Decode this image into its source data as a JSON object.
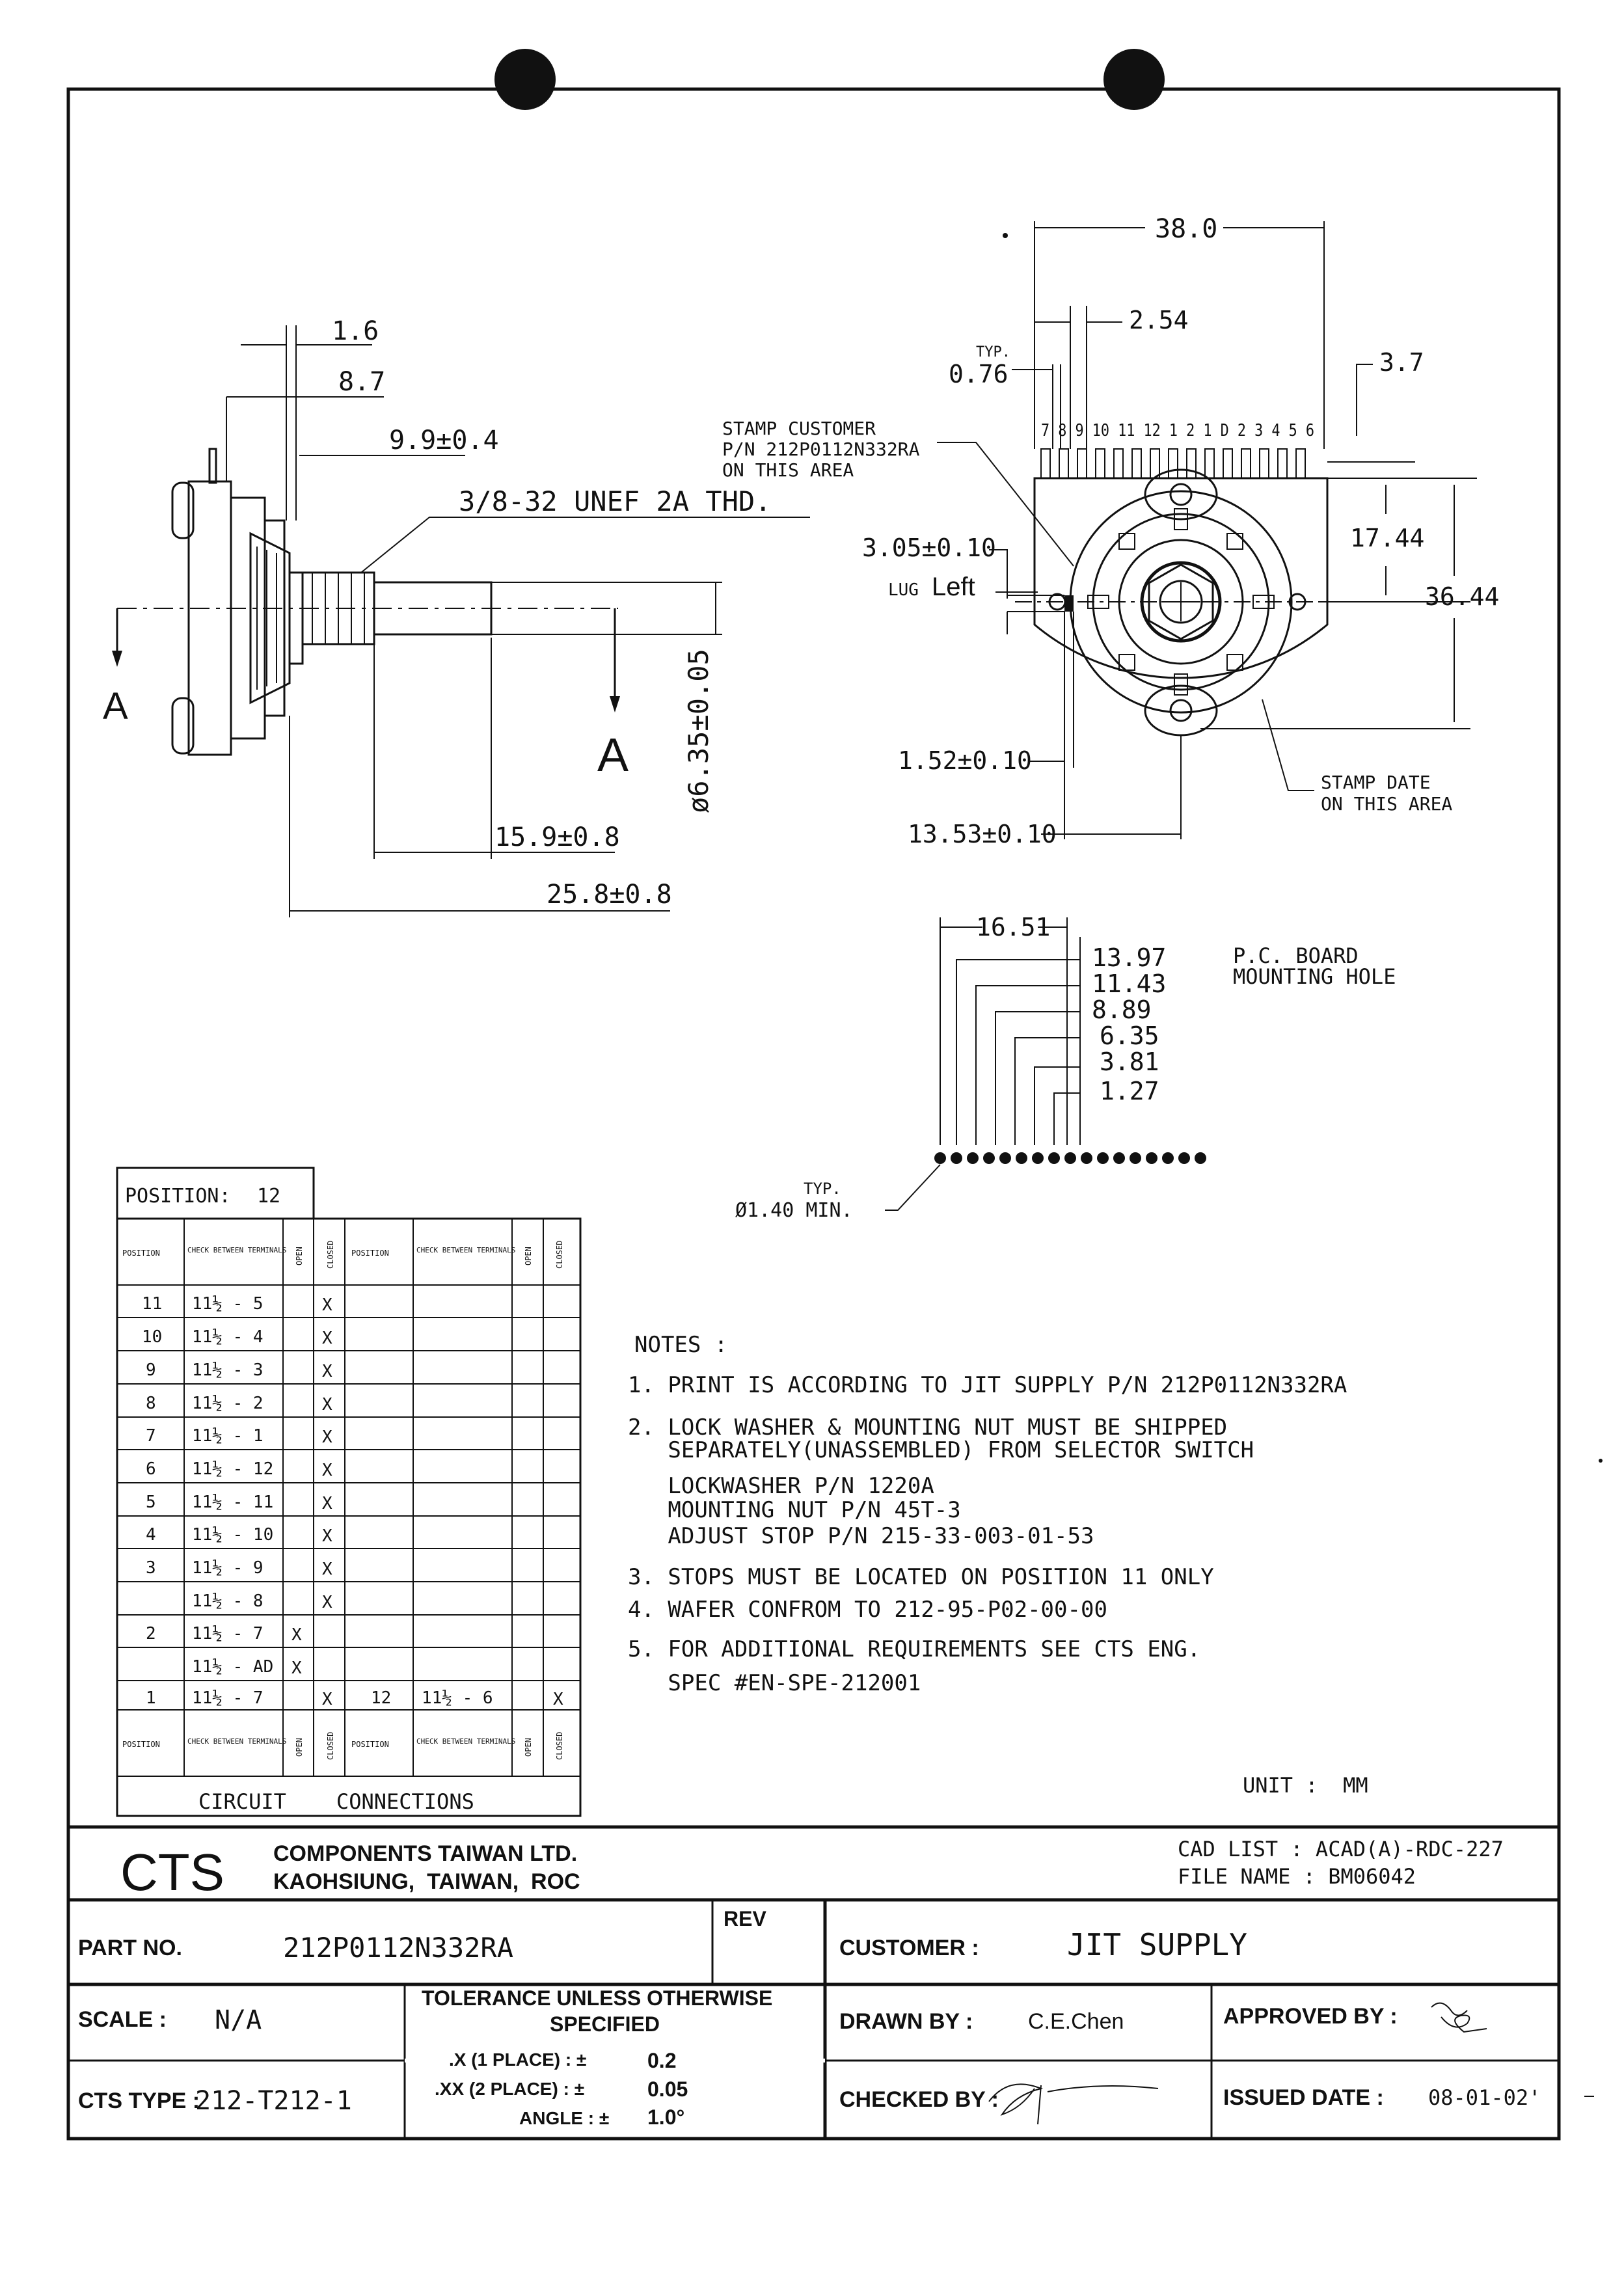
{
  "drawing": {
    "side_view": {
      "dim_1_6": "1.6",
      "dim_8_7": "8.7",
      "dim_9_9": "9.9±0.4",
      "thread": "3/8-32 UNEF 2A THD.",
      "section_left": "A",
      "section_right": "A",
      "dim_dia": "ø6.35±0.05",
      "dim_15_9": "15.9±0.8",
      "dim_25_8": "25.8±0.8"
    },
    "front_view": {
      "dim_38": "38.0",
      "dim_2_54": "2.54",
      "typ": "TYP.",
      "dim_0_76": "0.76",
      "dim_3_7": "3.7",
      "stamp_customer": [
        "STAMP CUSTOMER",
        "P/N 212P0112N332RA",
        "ON THIS AREA"
      ],
      "terminal_labels": "7 8 9 10 11 12 1 2 1 D 2 3 4 5 6",
      "dim_17_44": "17.44",
      "dim_36_44": "36.44",
      "dim_3_05": "3.05±0.10",
      "lug_prefix": "LUG",
      "lug_value": "Left",
      "dim_1_52": "1.52±0.10",
      "dim_13_53": "13.53±0.10",
      "stamp_date": [
        "STAMP DATE",
        "ON THIS AREA"
      ]
    },
    "pcb": {
      "dim_16_51": "16.51",
      "dims": [
        "13.97",
        "11.43",
        "8.89",
        "6.35",
        "3.81",
        "1.27"
      ],
      "title": [
        "P.C. BOARD",
        "MOUNTING HOLE"
      ],
      "typ": "TYP.",
      "hole": "Ø1.40 MIN."
    }
  },
  "position_table": {
    "position_label": "POSITION:",
    "position_value": "12",
    "headers": [
      "POSITION",
      "CHECK BETWEEN TERMINALS",
      "OPEN",
      "CLOSED",
      "POSITION",
      "CHECK BETWEEN TERMINALS",
      "OPEN",
      "CLOSED"
    ],
    "rows": [
      [
        "11",
        "11½ - 5",
        "",
        "X",
        "",
        "",
        "",
        ""
      ],
      [
        "10",
        "11½ - 4",
        "",
        "X",
        "",
        "",
        "",
        ""
      ],
      [
        "9",
        "11½ - 3",
        "",
        "X",
        "",
        "",
        "",
        ""
      ],
      [
        "8",
        "11½ - 2",
        "",
        "X",
        "",
        "",
        "",
        ""
      ],
      [
        "7",
        "11½ - 1",
        "",
        "X",
        "",
        "",
        "",
        ""
      ],
      [
        "6",
        "11½ - 12",
        "",
        "X",
        "",
        "",
        "",
        ""
      ],
      [
        "5",
        "11½ - 11",
        "",
        "X",
        "",
        "",
        "",
        ""
      ],
      [
        "4",
        "11½ - 10",
        "",
        "X",
        "",
        "",
        "",
        ""
      ],
      [
        "3",
        "11½ - 9",
        "",
        "X",
        "",
        "",
        "",
        ""
      ],
      [
        "",
        "11½ - 8",
        "",
        "X",
        "",
        "",
        "",
        ""
      ],
      [
        "2",
        "11½ - 7",
        "X",
        "",
        "",
        "",
        "",
        ""
      ],
      [
        "",
        "11½ - AD",
        "X",
        "",
        "",
        "",
        "",
        ""
      ],
      [
        "1",
        "11½ - 7",
        "",
        "X",
        "12",
        "11½ - 6",
        "",
        "X"
      ]
    ],
    "footer": "CIRCUIT    CONNECTIONS"
  },
  "notes": {
    "heading": "NOTES :",
    "lines": [
      "1. PRINT IS ACCORDING TO JIT SUPPLY P/N 212P0112N332RA",
      "2. LOCK WASHER & MOUNTING NUT MUST BE SHIPPED",
      "   SEPARATELY(UNASSEMBLED) FROM SELECTOR SWITCH",
      "   LOCKWASHER P/N 1220A",
      "   MOUNTING NUT P/N 45T-3",
      "   ADJUST STOP P/N 215-33-003-01-53",
      "3. STOPS MUST BE LOCATED ON POSITION 11 ONLY",
      "4. WAFER CONFROM TO 212-95-P02-00-00",
      "5. FOR ADDITIONAL REQUIREMENTS SEE CTS ENG.",
      "   SPEC #EN-SPE-212001"
    ],
    "unit": "UNIT :  MM"
  },
  "title_block": {
    "logo": "CTS",
    "company_line1": "COMPONENTS TAIWAN LTD.",
    "company_line2": "KAOHSIUNG,  TAIWAN,  ROC",
    "cad_list": "CAD LIST : ACAD(A)-RDC-227",
    "file_name": "FILE NAME : BM06042",
    "part_no_label": "PART NO.",
    "part_no": "212P0112N332RA",
    "rev_label": "REV",
    "customer_label": "CUSTOMER :",
    "customer": "JIT SUPPLY",
    "scale_label": "SCALE :",
    "scale": "N/A",
    "tolerance_title1": "TOLERANCE UNLESS OTHERWISE",
    "tolerance_title2": "SPECIFIED",
    "tol_x": ".X (1 PLACE) : ±",
    "tol_x_val": "0.2",
    "tol_xx": ".XX (2 PLACE) : ±",
    "tol_xx_val": "0.05",
    "tol_angle": "ANGLE : ±",
    "tol_angle_val": "1.0°",
    "drawn_by_label": "DRAWN BY :",
    "drawn_by": "C.E.Chen",
    "approved_by_label": "APPROVED BY :",
    "cts_type_label": "CTS TYPE :",
    "cts_type": "212-T212-1",
    "checked_by_label": "CHECKED BY :",
    "issued_date_label": "ISSUED DATE :",
    "issued_date": "08-01-02'"
  }
}
